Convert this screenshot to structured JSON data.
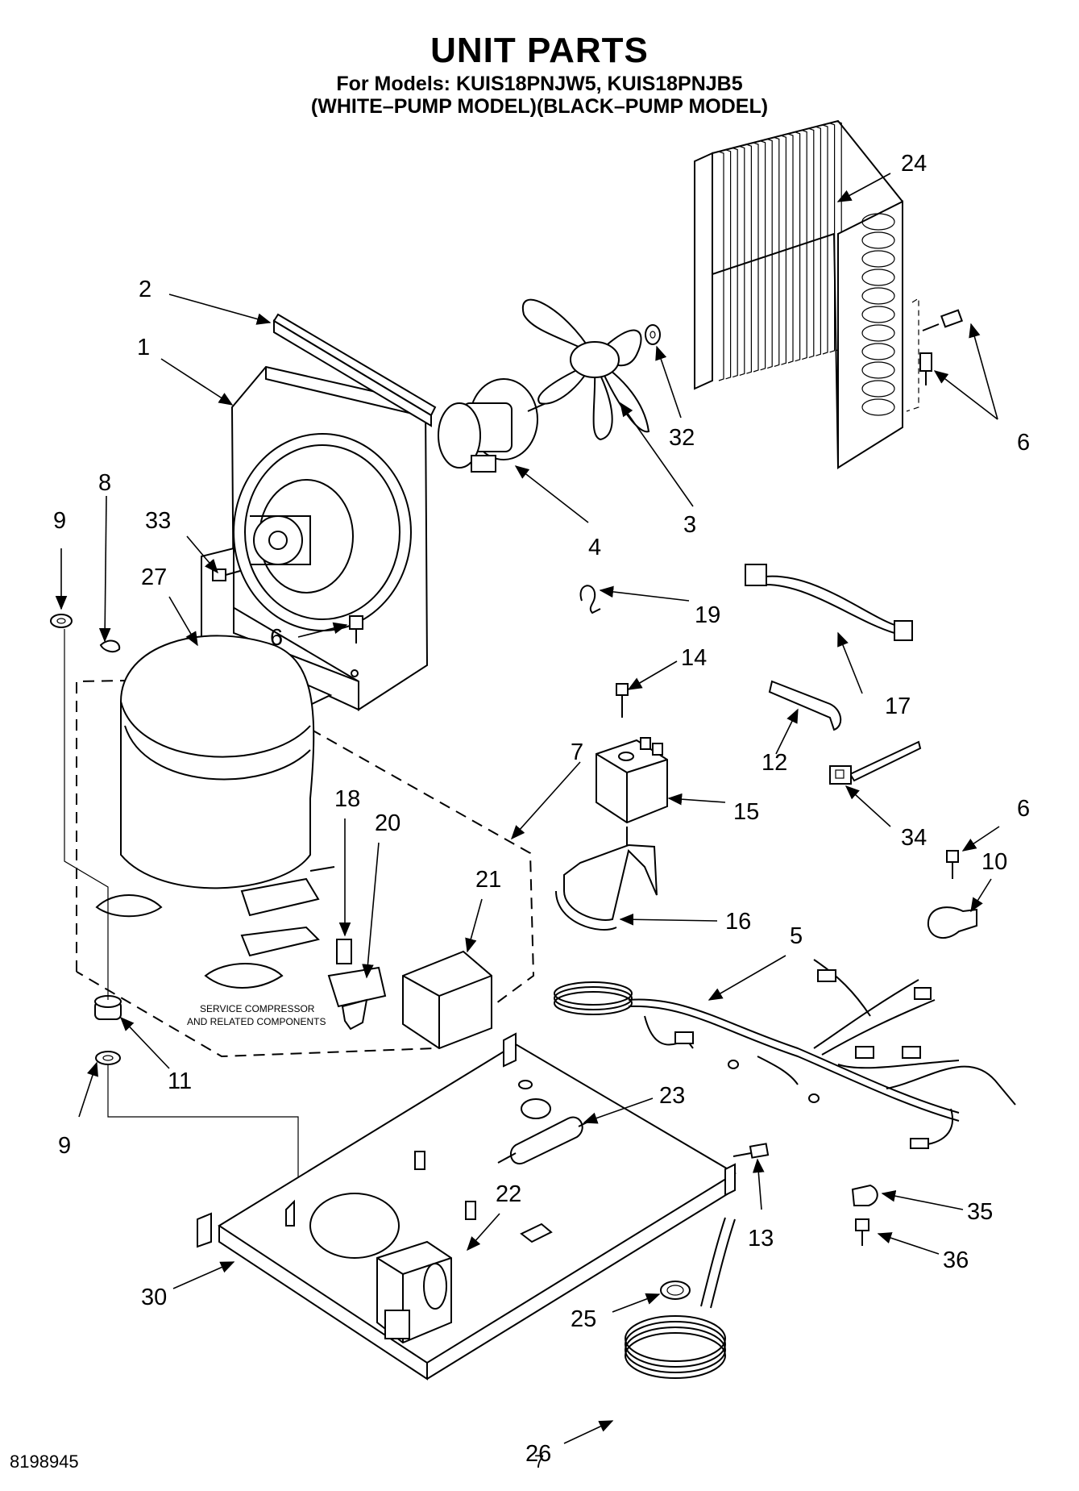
{
  "header": {
    "title": "UNIT PARTS",
    "models_line": "For Models: KUIS18PNJW5, KUIS18PNJB5",
    "variants_line": "(WHITE–PUMP MODEL)(BLACK–PUMP MODEL)"
  },
  "footer": {
    "doc_number": "8198945",
    "page_number": "7"
  },
  "service_note": {
    "line1": "SERVICE COMPRESSOR",
    "line2": "AND RELATED COMPONENTS"
  },
  "callouts": [
    {
      "id": "c1",
      "text": "1"
    },
    {
      "id": "c2",
      "text": "2"
    },
    {
      "id": "c3",
      "text": "3"
    },
    {
      "id": "c4",
      "text": "4"
    },
    {
      "id": "c5",
      "text": "5"
    },
    {
      "id": "c6a",
      "text": "6"
    },
    {
      "id": "c6b",
      "text": "6"
    },
    {
      "id": "c6c",
      "text": "6"
    },
    {
      "id": "c7",
      "text": "7"
    },
    {
      "id": "c8",
      "text": "8"
    },
    {
      "id": "c9a",
      "text": "9"
    },
    {
      "id": "c9b",
      "text": "9"
    },
    {
      "id": "c10",
      "text": "10"
    },
    {
      "id": "c11",
      "text": "11"
    },
    {
      "id": "c12",
      "text": "12"
    },
    {
      "id": "c13",
      "text": "13"
    },
    {
      "id": "c14",
      "text": "14"
    },
    {
      "id": "c15",
      "text": "15"
    },
    {
      "id": "c16",
      "text": "16"
    },
    {
      "id": "c17",
      "text": "17"
    },
    {
      "id": "c18",
      "text": "18"
    },
    {
      "id": "c19",
      "text": "19"
    },
    {
      "id": "c20",
      "text": "20"
    },
    {
      "id": "c21",
      "text": "21"
    },
    {
      "id": "c22",
      "text": "22"
    },
    {
      "id": "c23",
      "text": "23"
    },
    {
      "id": "c24",
      "text": "24"
    },
    {
      "id": "c25",
      "text": "25"
    },
    {
      "id": "c26",
      "text": "26"
    },
    {
      "id": "c27",
      "text": "27"
    },
    {
      "id": "c30",
      "text": "30"
    },
    {
      "id": "c32",
      "text": "32"
    },
    {
      "id": "c33",
      "text": "33"
    },
    {
      "id": "c34",
      "text": "34"
    },
    {
      "id": "c35",
      "text": "35"
    },
    {
      "id": "c36",
      "text": "36"
    }
  ]
}
